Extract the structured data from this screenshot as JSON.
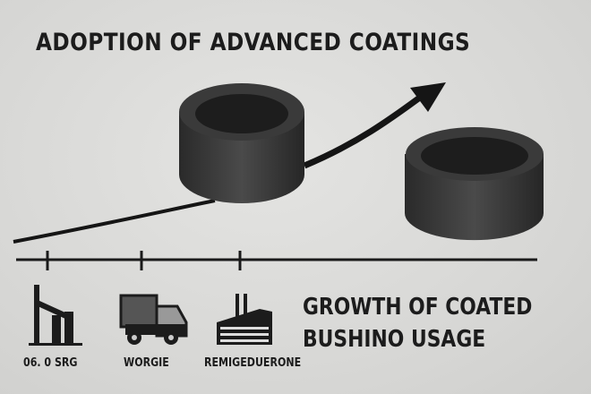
{
  "title": "ADOPTION OF ADVANCED COATINGS",
  "caption": {
    "line1": "GROWTH OF COATED",
    "line2": "BUSHINO USAGE"
  },
  "timeline": [
    {
      "label": "06. 0 SRG",
      "icon": "oil-pump-icon"
    },
    {
      "label": "WORGIE",
      "icon": "truck-icon"
    },
    {
      "label": "REMIGEDUERONE",
      "icon": "factory-icon"
    }
  ]
}
